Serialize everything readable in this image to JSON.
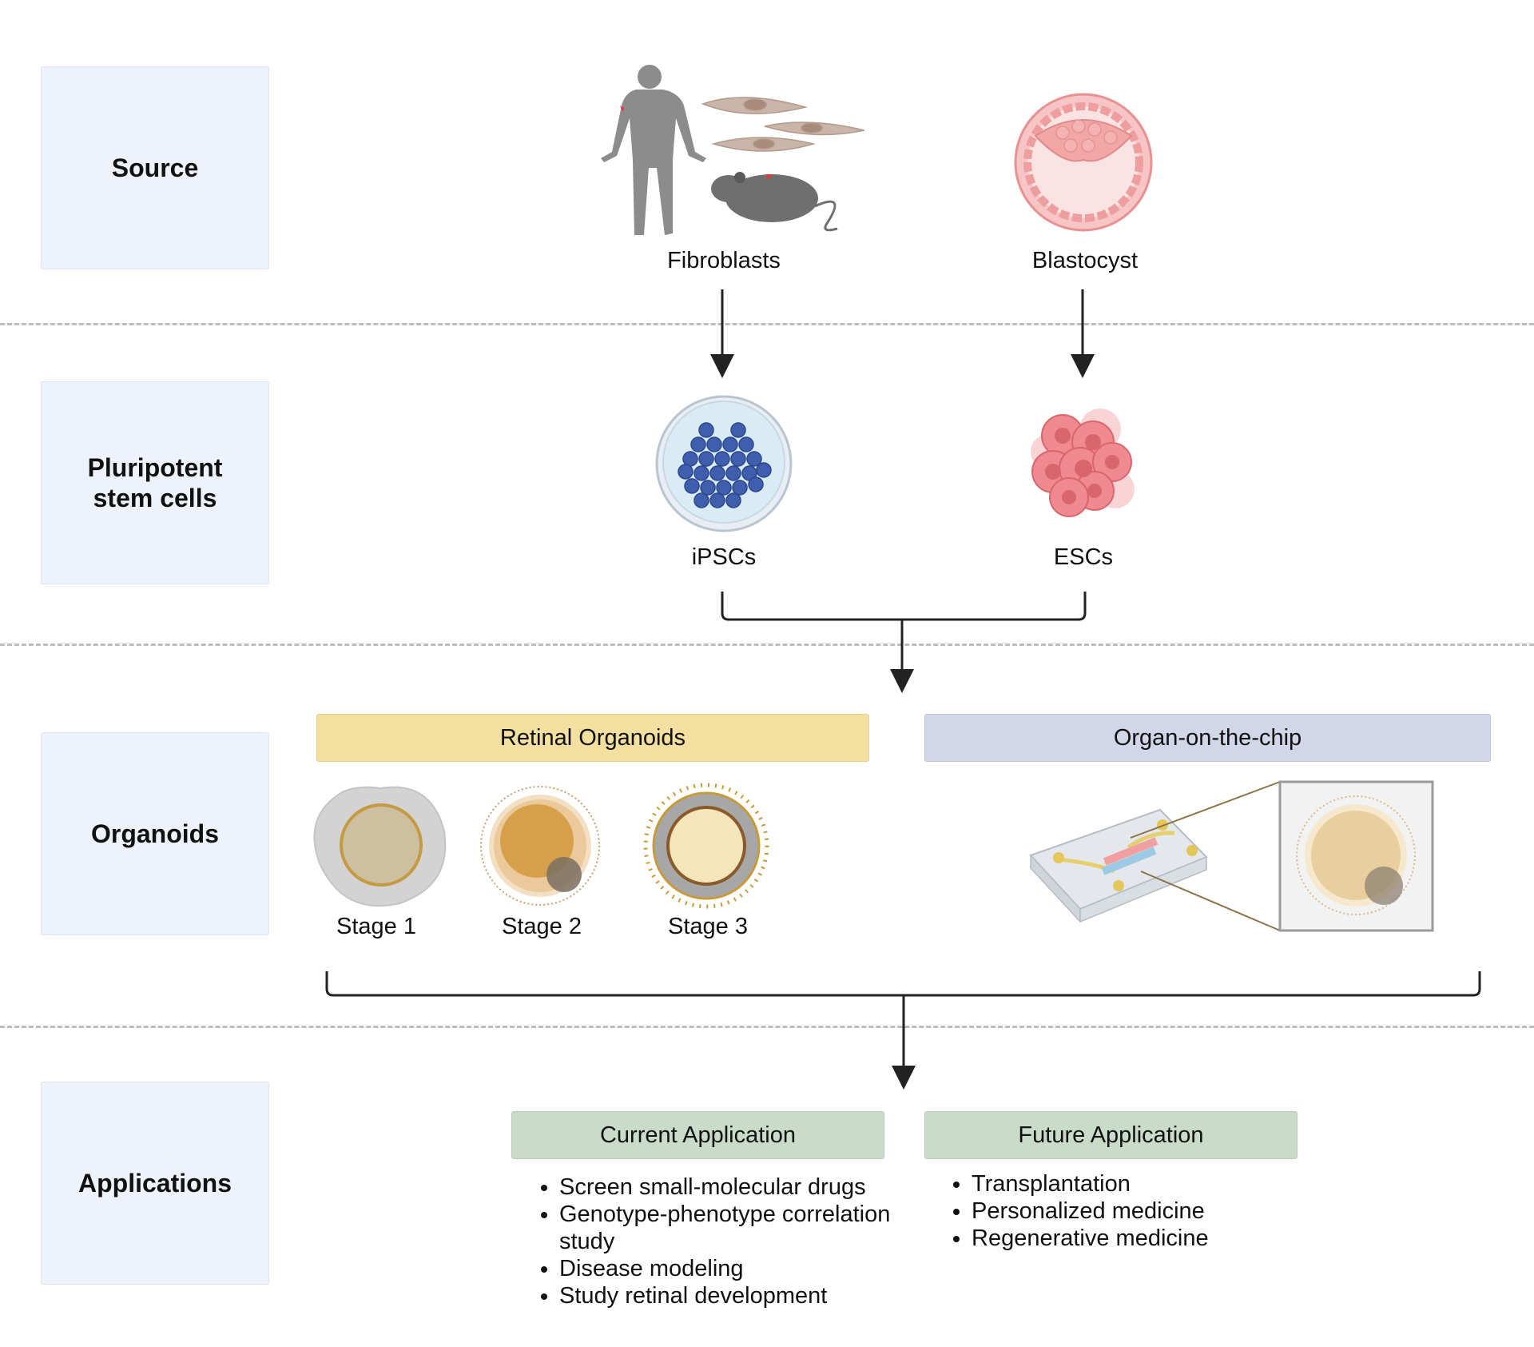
{
  "rows": {
    "source": "Source",
    "pluripotent": "Pluripotent\nstem cells",
    "organoids": "Organoids",
    "applications": "Applications"
  },
  "source": {
    "fibroblasts": "Fibroblasts",
    "blastocyst": "Blastocyst"
  },
  "stem_cells": {
    "ipscs": "iPSCs",
    "escs": "ESCs"
  },
  "organoids": {
    "retinal_header": "Retinal Organoids",
    "chip_header": "Organ-on-the-chip",
    "stages": [
      "Stage 1",
      "Stage 2",
      "Stage 3"
    ]
  },
  "applications": {
    "current_header": "Current Application",
    "future_header": "Future Application",
    "current_items": [
      "Screen small-molecular drugs",
      "Genotype-phenotype correlation study",
      "Disease modeling",
      "Study retinal development"
    ],
    "future_items": [
      "Transplantation",
      "Personalized medicine",
      "Regenerative medicine"
    ]
  },
  "colors": {
    "retinal_header_bg": "#f3dfa0",
    "chip_header_bg": "#d1d6e8",
    "application_header_bg": "#c9dcc9",
    "label_bg": "#eef3fb",
    "arrow": "#222222",
    "divider": "#bdbdbd"
  }
}
